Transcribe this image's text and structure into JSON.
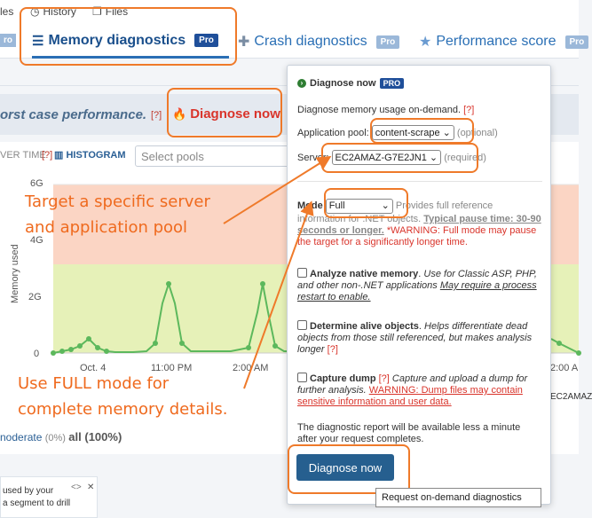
{
  "tabs": {
    "left_pro": "ro",
    "memory": {
      "label": "Memory diagnostics",
      "badge": "Pro"
    },
    "crash": {
      "label": "Crash diagnostics",
      "badge": "Pro"
    },
    "performance": {
      "label": "Performance score",
      "badge": "Pro"
    }
  },
  "subtabs": {
    "first": "les",
    "history": "History",
    "files": "Files"
  },
  "banner": {
    "text": "orst case performance.",
    "help": "[?]",
    "diagnose_link": "Diagnose now"
  },
  "filters": {
    "time_label": "VER TIME",
    "time_help": "[?]",
    "histogram": "HISTOGRAM",
    "pools_placeholder": "Select pools"
  },
  "chart_data": {
    "type": "area",
    "ylabel": "Memory used",
    "y_ticks": [
      "0",
      "2G",
      "4G",
      "6G"
    ],
    "x_ticks": [
      "Oct. 4",
      "11:00 PM",
      "2:00 AM",
      "2:00 A"
    ],
    "series_colors": {
      "line": "#5cb85c",
      "good_band": "#e6f1b8",
      "bad_band": "#fbd5c4"
    }
  },
  "bottom": {
    "server_label": "EC2AMAZ",
    "moderate": "noderate",
    "moderate_pct": "(0%)",
    "all": "all (100%)",
    "note_line1": "used by your",
    "note_line2": "a segment to drill",
    "nav": "<>",
    "close": "✕"
  },
  "callouts": {
    "target_line1": "Target a specific server",
    "target_line2": "and application pool",
    "full_line1": "Use FULL mode for",
    "full_line2": "complete memory details."
  },
  "popover": {
    "title": "Diagnose now",
    "badge": "PRO",
    "intro": "Diagnose memory usage on-demand.",
    "intro_help": "[?]",
    "pool_label": "Application pool:",
    "pool_value": "content-scrape",
    "pool_hint": "(optional)",
    "server_label": "Server:",
    "server_value": "EC2AMAZ-G7E2JN1",
    "server_hint": "(required)",
    "mode_label": "Mode",
    "mode_value": "Full",
    "mode_desc_a": "Provides full reference information for .NET objects.",
    "mode_pause": "Typical pause time: 30-90 seconds or longer.",
    "mode_warning": "*WARNING: Full mode may pause the target for a significantly longer time.",
    "opt1_title": "Analyze native memory",
    "opt1_desc": "Use for Classic ASP, PHP, and other non-.NET applications",
    "opt1_link": "May require a process restart to enable.",
    "opt2_title": "Determine alive objects",
    "opt2_desc": "Helps differentiate dead objects from those still referenced, but makes analysis longer",
    "opt2_help": "[?]",
    "opt3_title": "Capture dump",
    "opt3_help": "[?]",
    "opt3_desc": "Capture and upload a dump for further analysis.",
    "opt3_warn": "WARNING: Dump files may contain sensitive information and user data.",
    "footer": "The diagnostic report will be available less a minute after your request completes.",
    "button": "Diagnose now",
    "tooltip": "Request on-demand diagnostics"
  }
}
